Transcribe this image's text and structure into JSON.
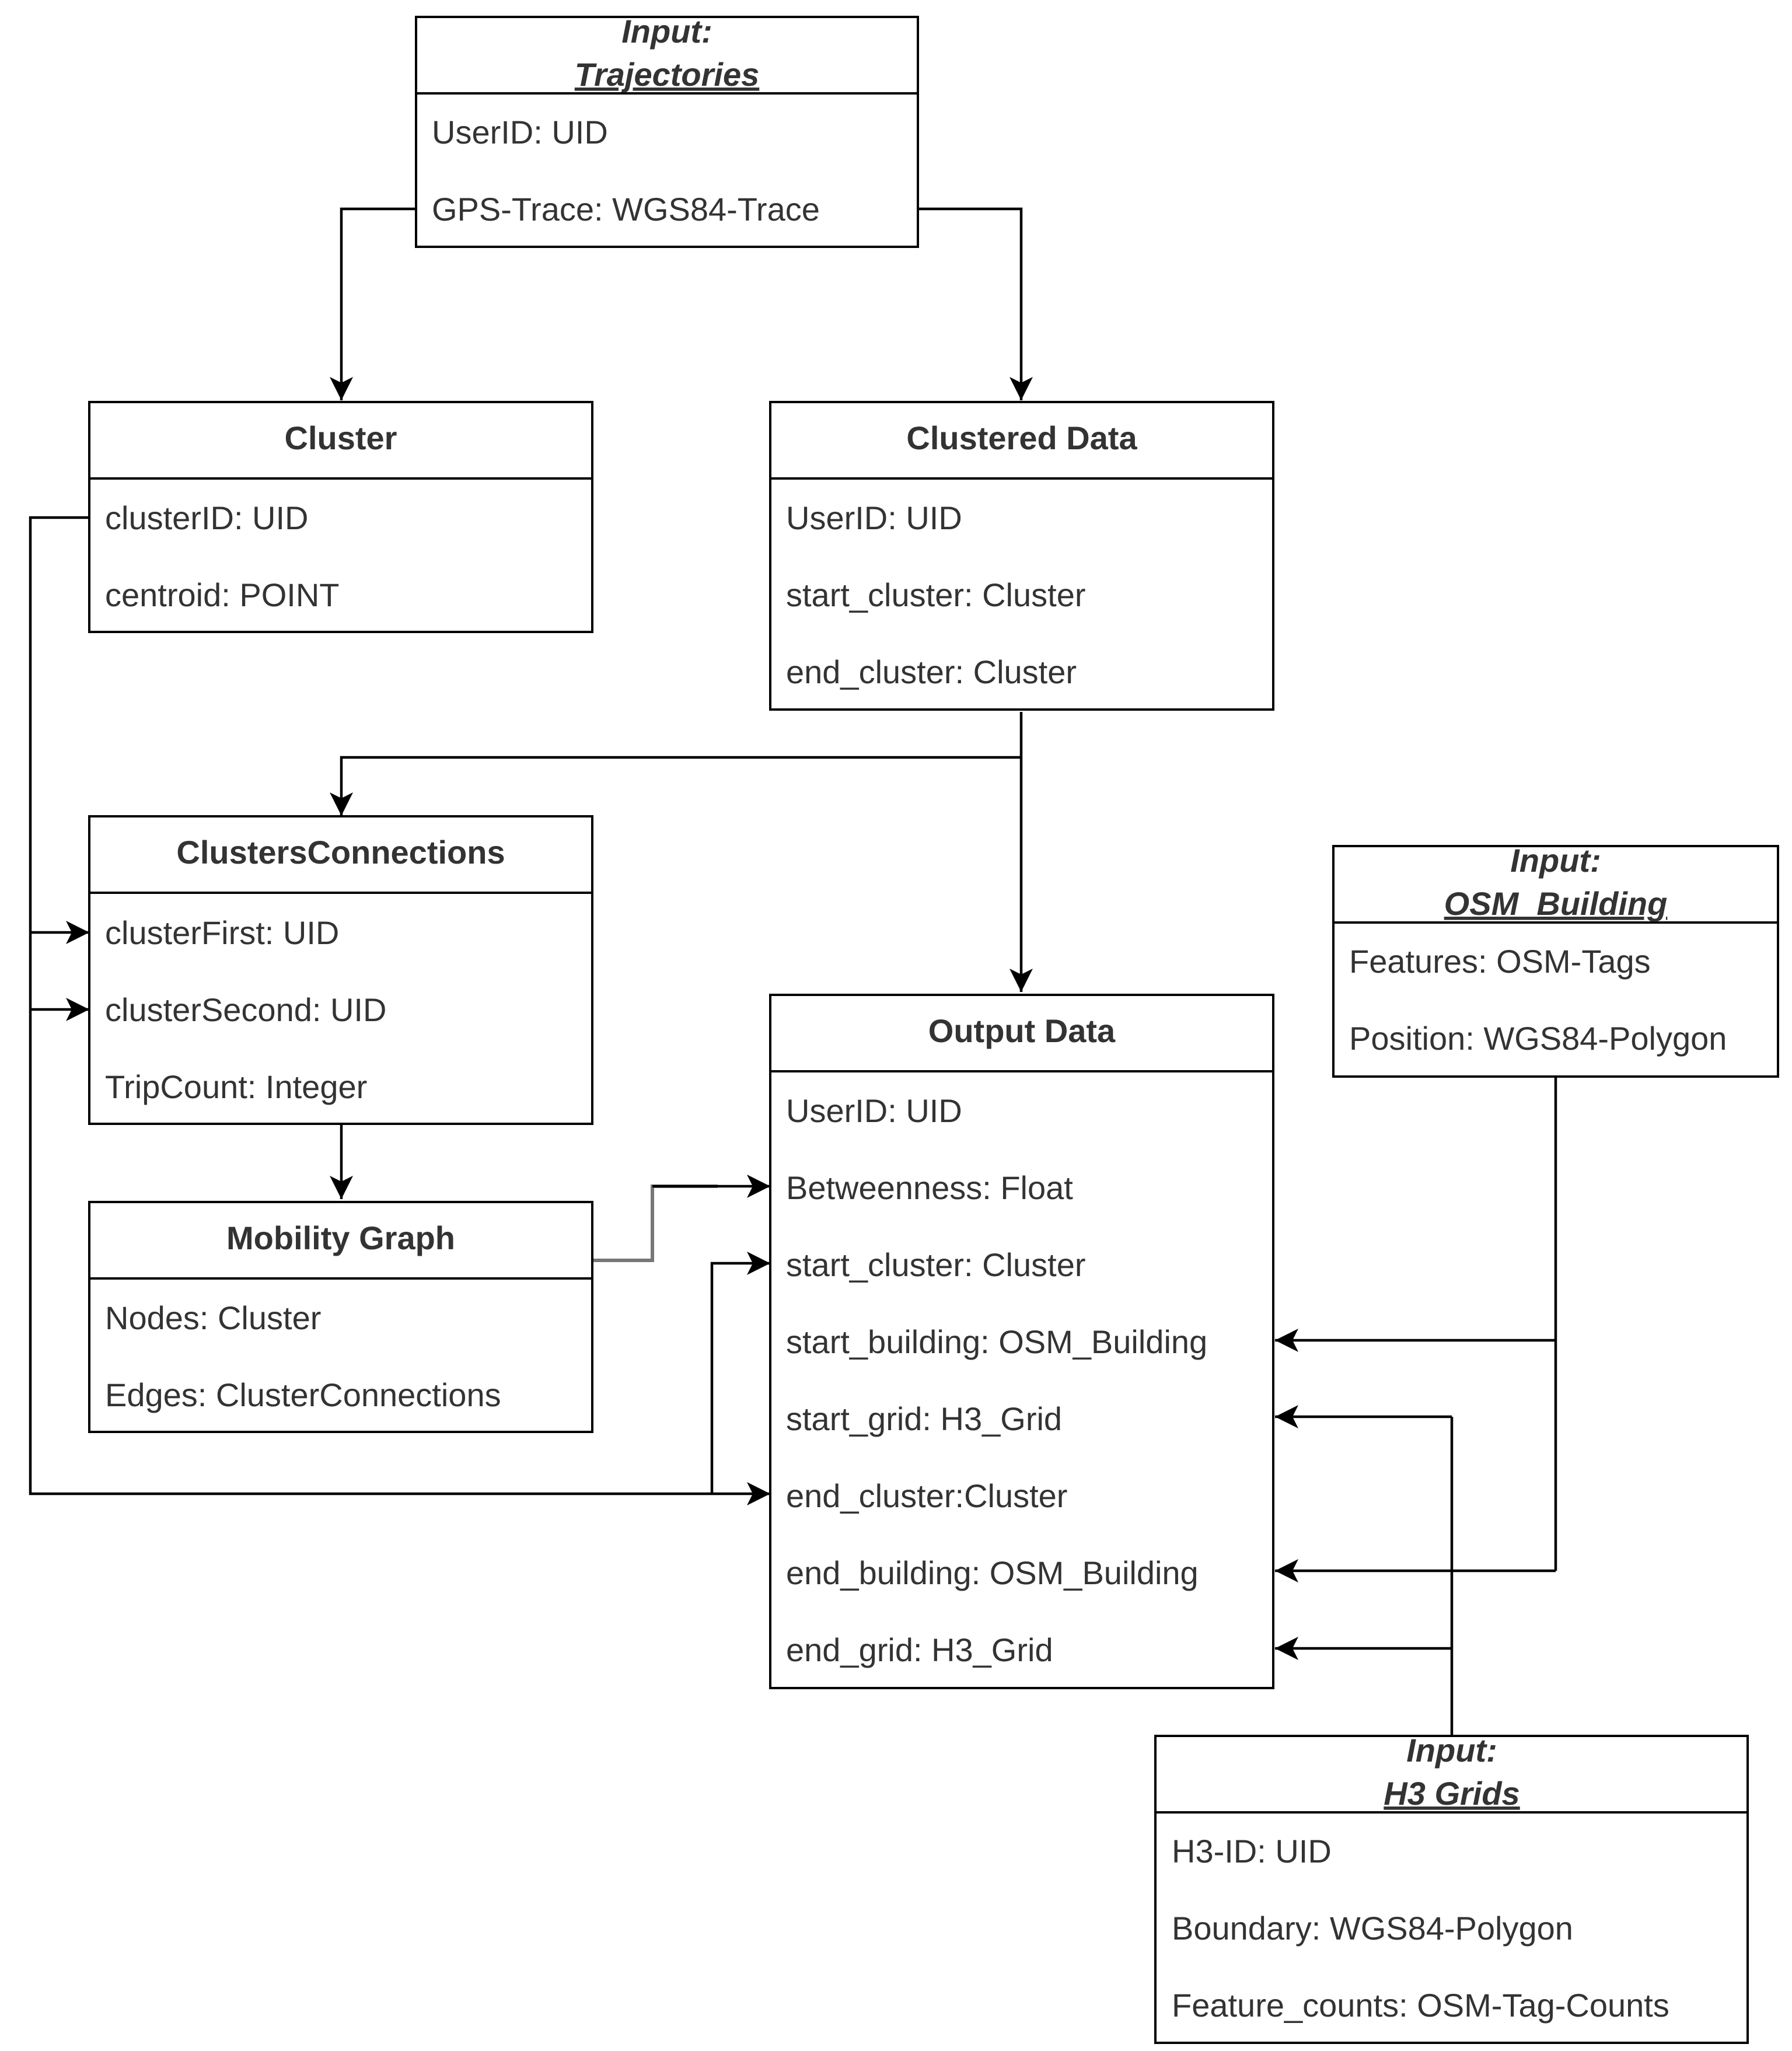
{
  "entities": {
    "trajectories": {
      "title_line1": "Input:",
      "title_line2": "Trajectories",
      "fields": [
        "UserID: UID",
        "GPS-Trace: WGS84-Trace"
      ]
    },
    "cluster": {
      "title": "Cluster",
      "fields": [
        "clusterID: UID",
        "centroid: POINT"
      ]
    },
    "clustered_data": {
      "title": "Clustered Data",
      "fields": [
        "UserID: UID",
        "start_cluster: Cluster",
        "end_cluster: Cluster"
      ]
    },
    "clusters_connections": {
      "title": "ClustersConnections",
      "fields": [
        "clusterFirst: UID",
        "clusterSecond: UID",
        "TripCount: Integer"
      ]
    },
    "mobility_graph": {
      "title": "Mobility Graph",
      "fields": [
        "Nodes: Cluster",
        "Edges: ClusterConnections"
      ]
    },
    "output_data": {
      "title": "Output Data",
      "fields": [
        "UserID: UID",
        "Betweenness: Float",
        "start_cluster: Cluster",
        "start_building: OSM_Building",
        "start_grid: H3_Grid",
        "end_cluster:Cluster",
        "end_building: OSM_Building",
        "end_grid: H3_Grid"
      ]
    },
    "osm_building": {
      "title_line1": "Input:",
      "title_line2": "OSM_Building",
      "fields": [
        "Features: OSM-Tags",
        "Position: WGS84-Polygon"
      ]
    },
    "h3_grids": {
      "title_line1": "Input:",
      "title_line2": "H3 Grids",
      "fields": [
        "H3-ID: UID",
        "Boundary: WGS84-Polygon",
        "Feature_counts: OSM-Tag-Counts"
      ]
    }
  },
  "connections": [
    {
      "from": "trajectories",
      "to": "cluster"
    },
    {
      "from": "trajectories",
      "to": "clustered_data"
    },
    {
      "from": "clustered_data",
      "to": "clusters_connections"
    },
    {
      "from": "clustered_data",
      "to": "output_data"
    },
    {
      "from": "cluster.clusterID",
      "to": "clusters_connections.clusterFirst"
    },
    {
      "from": "cluster.clusterID",
      "to": "clusters_connections.clusterSecond"
    },
    {
      "from": "cluster.clusterID",
      "to": "output_data.end_cluster"
    },
    {
      "from": "cluster.clusterID",
      "to": "output_data.start_cluster"
    },
    {
      "from": "clusters_connections",
      "to": "mobility_graph"
    },
    {
      "from": "mobility_graph",
      "to": "output_data.Betweenness"
    },
    {
      "from": "osm_building",
      "to": "output_data.start_building"
    },
    {
      "from": "osm_building",
      "to": "output_data.end_building"
    },
    {
      "from": "h3_grids",
      "to": "output_data.start_grid"
    },
    {
      "from": "h3_grids",
      "to": "output_data.end_grid"
    }
  ]
}
